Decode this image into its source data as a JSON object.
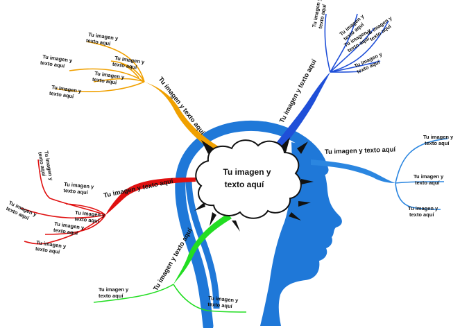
{
  "center": {
    "line1": "Tu imagen y",
    "line2": "texto aquí"
  },
  "branches": {
    "orange": {
      "label": "Tu imagen y texto aquí",
      "color": "#f0a000"
    },
    "darkblue": {
      "label": "Tu imagen y texto aquí",
      "color": "#1f4fd8"
    },
    "lightblue": {
      "label": "Tu imagen y texto aquí",
      "color": "#2b86e0"
    },
    "red": {
      "label": "Tu imagen y texto aquí",
      "color": "#e01010"
    },
    "green": {
      "label": "Tu imagen y texto aquí",
      "color": "#22dd22"
    }
  },
  "leaf": {
    "line1": "Tu imagen y",
    "line2": "texto aquí"
  },
  "colors": {
    "head": "#1f78d8",
    "cloud_fill": "#ffffff",
    "cloud_stroke": "#111111"
  }
}
